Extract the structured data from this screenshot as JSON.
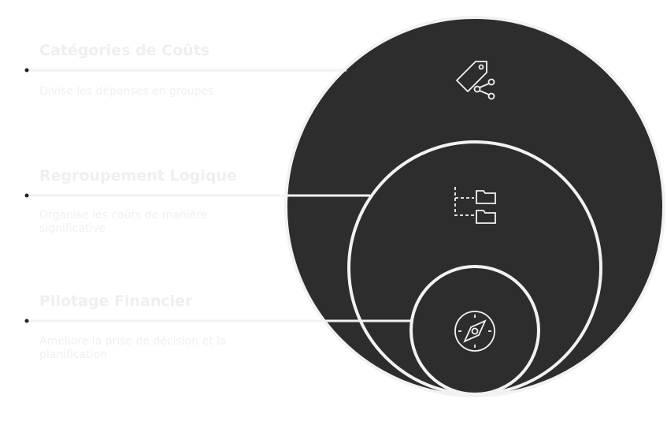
{
  "colors": {
    "circle_fill": "#2d2d2d",
    "stroke": "#f2f2f2",
    "text": "#efefef",
    "dot": "#222222"
  },
  "items": [
    {
      "title": "Catégories de Coûts",
      "description": "Divise les dépenses en groupes",
      "icon": "tag-share-icon"
    },
    {
      "title": "Regroupement Logique",
      "description": "Organise les coûts de manière significative",
      "icon": "folder-tree-icon"
    },
    {
      "title": "Pilotage Financier",
      "description": "Améliore la prise de décision et la planification",
      "icon": "compass-icon"
    }
  ]
}
